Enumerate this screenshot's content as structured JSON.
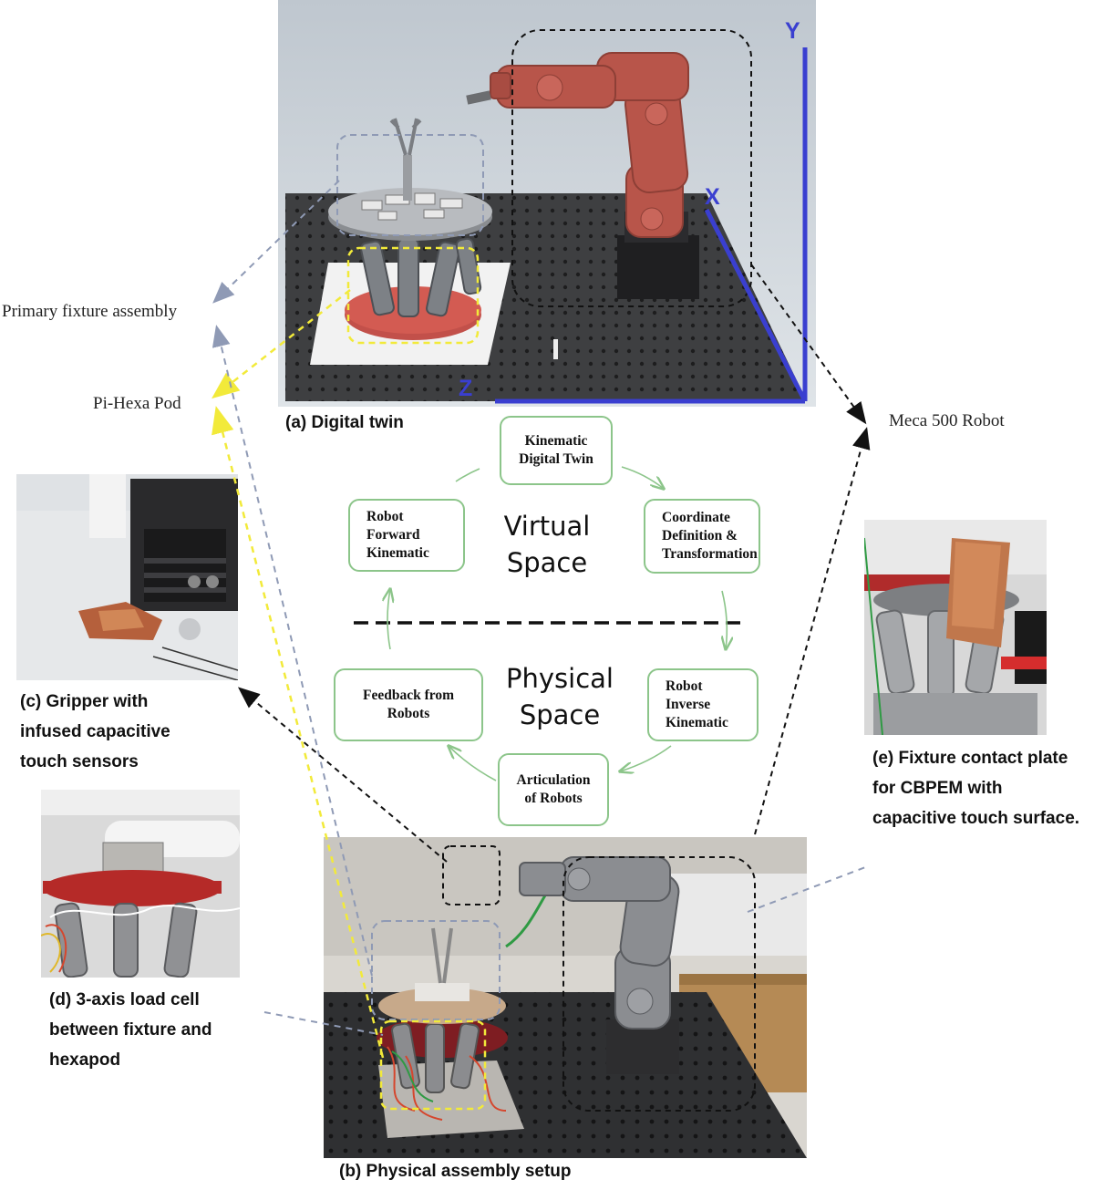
{
  "figure": {
    "captions": {
      "digital_twin": "(a) Digital twin",
      "physical_setup": "(b) Physical assembly setup",
      "gripper": "(c) Gripper with\ninfused capacitive\ntouch sensors",
      "load_cell": "(d) 3-axis load cell\nbetween fixture and\nhexapod",
      "contact_plate": "(e) Fixture contact plate\nfor CBPEM with\ncapacitive touch surface."
    },
    "callouts": {
      "primary_fixture": "Primary fixture assembly",
      "hexa_pod": "Pi-Hexa Pod",
      "meca_robot": "Meca 500 Robot"
    },
    "axes": {
      "y": "Y",
      "x": "X",
      "z": "Z"
    },
    "cycle": {
      "virtual_label": "Virtual\nSpace",
      "physical_label": "Physical\nSpace",
      "nodes": [
        "Kinematic\nDigital Twin",
        "Coordinate\nDefinition &\nTransformation",
        "Robot\nInverse\nKinematic",
        "Articulation\nof Robots",
        "Feedback from\nRobots",
        "Robot\nForward\nKinematic"
      ]
    },
    "colors": {
      "node_border": "#8cc58a",
      "axis_blue": "#3a3fd0",
      "robot_red": "#b8554a",
      "highlight_yellow": "#f2ea3a",
      "gray_dashed": "#8f9ab5"
    }
  }
}
